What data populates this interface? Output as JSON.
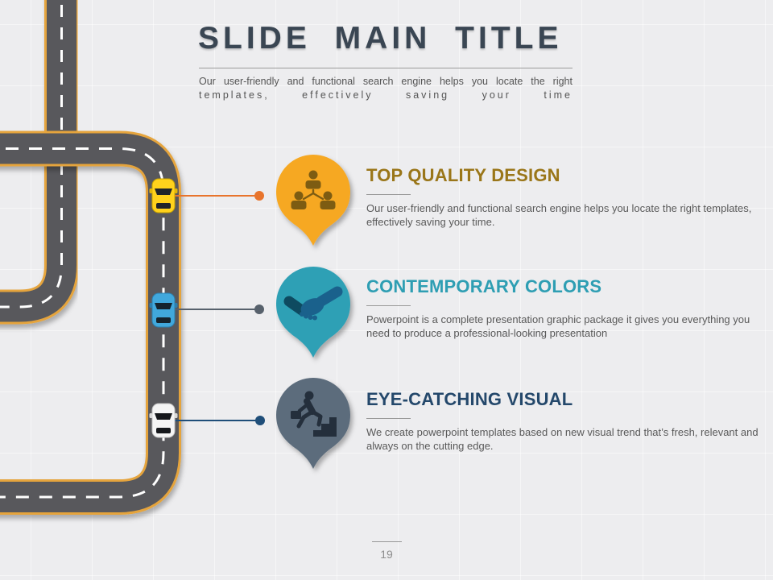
{
  "slide": {
    "title": "SLIDE MAIN TITLE",
    "subtitle_line1": "Our user-friendly and functional search engine helps you locate the right",
    "subtitle_line2": "templates, effectively saving your time",
    "page_number": "19"
  },
  "sections": [
    {
      "heading": "TOP QUALITY DESIGN",
      "body": "Our user-friendly and functional search engine helps you locate the right templates, effectively saving your time.",
      "accent_color": "#9A7619",
      "pin_color": "#F6A823",
      "icon": "org-chart-icon",
      "connector_color": "#E8742C",
      "car": "yellow-car"
    },
    {
      "heading": "CONTEMPORARY COLORS",
      "body": "Powerpoint is a complete presentation graphic package it gives you everything you need to produce a professional-looking presentation",
      "accent_color": "#2E9EB3",
      "pin_color": "#2EA0B5",
      "icon": "handshake-icon",
      "connector_color": "#57616C",
      "car": "blue-car"
    },
    {
      "heading": "EYE-CATCHING VISUAL",
      "body": "We create powerpoint templates based on new visual trend that’s fresh, relevant and always on the cutting edge.",
      "accent_color": "#24486B",
      "pin_color": "#5C6C7C",
      "icon": "stairs-climb-icon",
      "connector_color": "#1F4E79",
      "car": "white-car"
    }
  ],
  "graphics": {
    "background_color": "#EDEDEF",
    "title_color": "#3A4653",
    "body_text_color": "#595959",
    "road_color": "#58585C",
    "road_edge_color": "#E5A43C",
    "lane_dash_color": "#FFFFFF",
    "cars": [
      {
        "name": "yellow-car",
        "color": "#FFD21C"
      },
      {
        "name": "blue-car",
        "color": "#41A8DC"
      },
      {
        "name": "white-car",
        "color": "#F5F5F5"
      }
    ]
  }
}
